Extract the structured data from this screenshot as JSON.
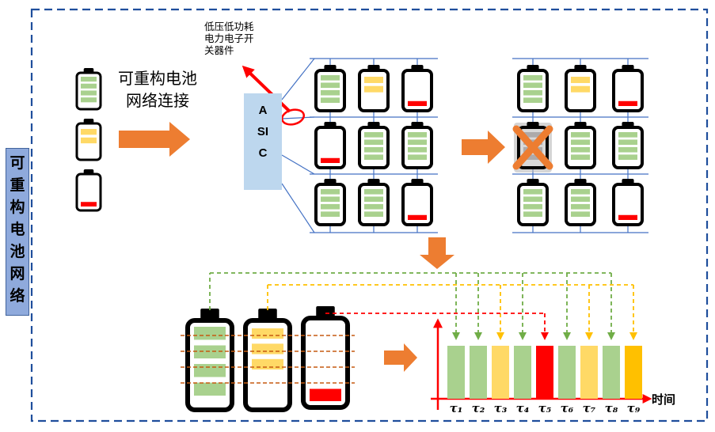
{
  "page": {
    "side_title": "可重构电池网络",
    "flow_title": "可重构电池\n网络连接",
    "switch_label": "低压低功耗电力电子开关器件",
    "asic_label": "ASIC",
    "time_axis_label": "时间"
  },
  "colors": {
    "green": "#A9D18E",
    "yellow": "#FFD966",
    "red": "#FF0000",
    "gold": "#FFC000",
    "orange": "#ED7D31",
    "wire": "#4472C4",
    "dash_green": "#70AD47",
    "asic_bg": "#BDD7EE",
    "side_bg": "#8FAADC",
    "border_blue": "#1F4E9C",
    "pack_bus": "#C55A11"
  },
  "legend_batteries": [
    "high",
    "mid",
    "low"
  ],
  "grid_before": {
    "rows": [
      [
        "high",
        "mid",
        "low"
      ],
      [
        "low",
        "high",
        "high"
      ],
      [
        "high",
        "high",
        "low"
      ]
    ]
  },
  "grid_after": {
    "rows": [
      [
        "high",
        "mid",
        "low"
      ],
      [
        "failed",
        "high",
        "high"
      ],
      [
        "high",
        "high",
        "low"
      ]
    ]
  },
  "pack_batteries": [
    "high",
    "mid",
    "low"
  ],
  "timeline": {
    "tau_labels": [
      "τ₁",
      "τ₂",
      "τ₃",
      "τ₄",
      "τ₅",
      "τ₆",
      "τ₇",
      "τ₈",
      "τ₉"
    ],
    "bar_colors": [
      "green",
      "green",
      "yellow",
      "green",
      "red",
      "green",
      "yellow",
      "green",
      "gold"
    ],
    "assignments": {
      "green": [
        1,
        2,
        4,
        6,
        8
      ],
      "yellow": [
        3,
        7,
        9
      ],
      "red": [
        5
      ]
    }
  }
}
